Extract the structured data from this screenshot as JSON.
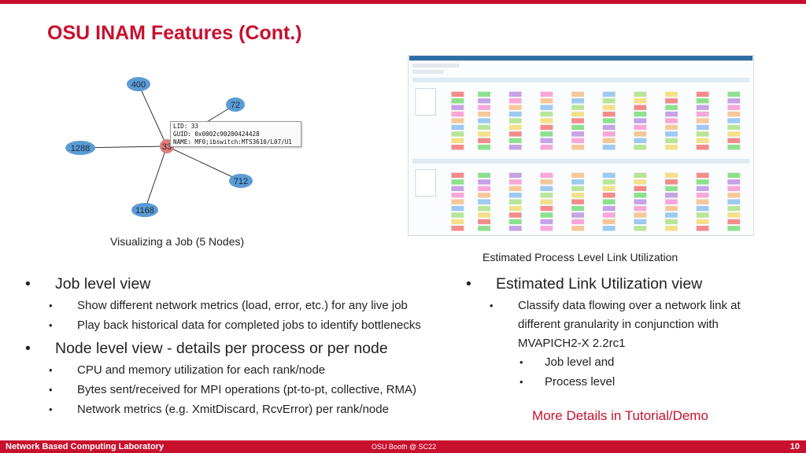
{
  "slide": {
    "title": "OSU INAM Features (Cont.)",
    "colors": {
      "accent": "#c8102e",
      "node": "#5b9bd5",
      "center_node": "#e07b7b"
    }
  },
  "graph": {
    "center": "33",
    "nodes": [
      "400",
      "72",
      "1288",
      "712",
      "1168"
    ],
    "tooltip": {
      "lid": "LID: 33",
      "guid": "GUID: 0x0002c90200424428",
      "name": "NAME: MF0;ibswitch:MTS3610/L07/U1"
    },
    "caption": "Visualizing a Job (5 Nodes)"
  },
  "screenshot": {
    "caption": "Estimated Process Level Link Utilization"
  },
  "left": {
    "b1": "Job level view",
    "b1_sub": [
      "Show different network metrics (load, error, etc.) for any live job",
      "Play back historical data for completed jobs to identify bottlenecks"
    ],
    "b2": "Node level view - details per process or per node",
    "b2_sub": [
      "CPU and memory utilization for each rank/node",
      "Bytes sent/received for MPI operations (pt-to-pt, collective, RMA)",
      "Network metrics (e.g. XmitDiscard, RcvError) per rank/node"
    ]
  },
  "right": {
    "b1": "Estimated Link Utilization view",
    "b1_sub": "Classify data flowing over a network link at different granularity in conjunction with MVAPICH2-X 2.2rc1",
    "b1_sub_sub": [
      "Job level and",
      "Process level"
    ],
    "more": "More Details in Tutorial/Demo"
  },
  "footer": {
    "lab": "Network Based Computing Laboratory",
    "booth": "OSU Booth @ SC22",
    "page": "10"
  }
}
